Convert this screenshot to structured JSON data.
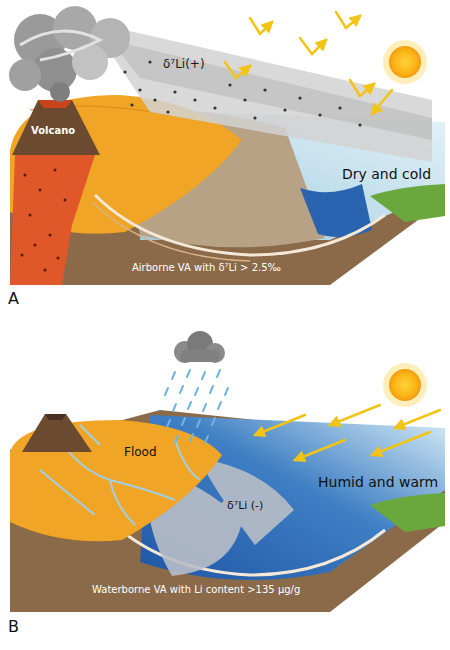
{
  "diagram": {
    "labels": [
      "δ⁷Li(+)",
      "Volcano",
      "Dry and cold",
      "A",
      "Airborne VA with δ⁷Li > 2.5‰",
      "Flood",
      "Humid and warm",
      "δ⁷Li (-)",
      "Waterborne VA with Li content >135 μg/g",
      "B"
    ]
  }
}
